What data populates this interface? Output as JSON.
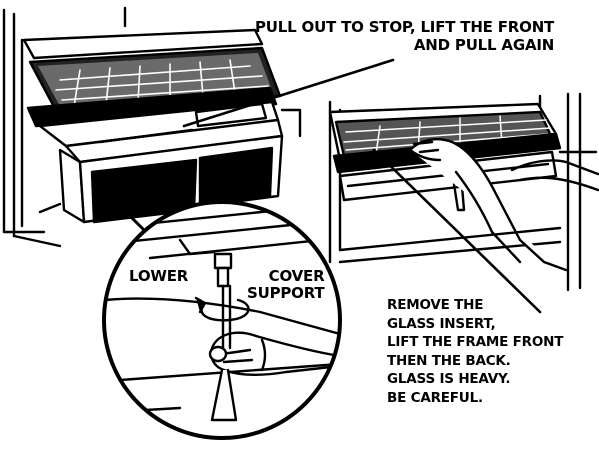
{
  "colors": {
    "ink": "#000000",
    "paper": "#ffffff"
  },
  "callouts": {
    "pull_out": [
      "PULL OUT TO STOP, LIFT THE FRONT",
      "AND PULL AGAIN"
    ],
    "lower": "LOWER",
    "cover_support": [
      "COVER",
      "SUPPORT"
    ],
    "remove_glass": [
      "REMOVE THE",
      "GLASS INSERT,",
      "LIFT THE FRAME FRONT",
      "THEN THE BACK.",
      "GLASS IS HEAVY.",
      "BE CAREFUL."
    ]
  }
}
